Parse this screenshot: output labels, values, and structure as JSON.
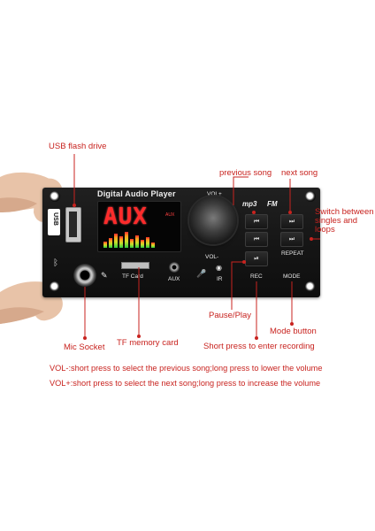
{
  "labels": {
    "usb_flash_drive": "USB flash drive",
    "previous_song": "previous song",
    "next_song": "next song",
    "switch_between": "Switch between",
    "singles_and": "singles and",
    "loops": "loops",
    "pause_play": "Pause/Play",
    "mode_button": "Mode button",
    "mic_socket": "Mic Socket",
    "tf_memory_card": "TF memory card",
    "short_press_recording": "Short press to enter recording"
  },
  "notes": {
    "vol_minus": "VOL-:short press to select the previous song;long press to lower the volume",
    "vol_plus": "VOL+:short press to select the next song;long press to increase the volume"
  },
  "panel": {
    "title": "Digital Audio Player",
    "display_text": "AUX",
    "display_small": "AUX",
    "usb_label": "USB",
    "tf_label": "TF Card",
    "aux_label": "AUX",
    "ir_label": "IR",
    "vol_plus_label": "VOL+",
    "vol_minus_label": "VOL-",
    "mp3_label": "mp3",
    "fm_label": "FM",
    "repeat_label": "REPEAT",
    "rec_label": "REC",
    "mode_label": "MODE",
    "prev_symbol": "⏮",
    "next_symbol": "⏭",
    "play_pause_symbol": "⏯",
    "eq_levels": [
      0.35,
      0.55,
      0.8,
      0.65,
      0.9,
      0.5,
      0.7,
      0.45,
      0.6,
      0.3
    ]
  },
  "colors": {
    "annotation": "#c8231f",
    "panel": "#141414",
    "lcd_text": "#ff2b2b"
  }
}
